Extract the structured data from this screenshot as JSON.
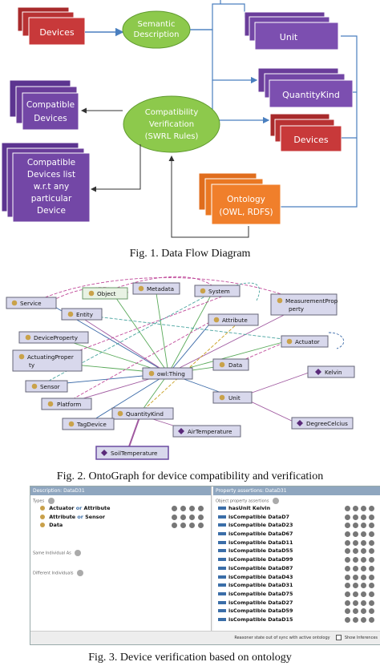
{
  "fig1": {
    "devices_left": "Devices",
    "semantic": [
      "Semantic",
      "Description"
    ],
    "unit": "Unit",
    "quantitykind": "QuantityKind",
    "devices_right": "Devices",
    "compatible_devices": [
      "Compatible",
      "Devices"
    ],
    "compat_verification": [
      "Compatibility",
      "Verification",
      "(SWRL Rules)"
    ],
    "compat_list": [
      "Compatible",
      "Devices list",
      "w.r.t any",
      "particular",
      "Device"
    ],
    "ontology": [
      "Ontology",
      "(OWL, RDFS)"
    ],
    "colors": {
      "red": "#c8393a",
      "purple": "#6a3d9a",
      "green": "#8dc94c",
      "orange": "#f07f2b",
      "arrow": "#4a7fbf"
    }
  },
  "caption1": "Fig. 1. Data Flow Diagram",
  "fig2": {
    "nodes": {
      "service": "Service",
      "object": "Object",
      "metadata": "Metadata",
      "system": "System",
      "measurement": [
        "MeasurementProp",
        "perty"
      ],
      "entity": "Entity",
      "attribute": "Attribute",
      "deviceproperty": "DeviceProperty",
      "actuator": "Actuator",
      "actuatingproperty": [
        "ActuatingProper",
        "ty"
      ],
      "data": "Data",
      "kelvin": "Kelvin",
      "owlthing": "owl:Thing",
      "sensor": "Sensor",
      "unit": "Unit",
      "platform": "Platform",
      "quantitykind": "QuantityKind",
      "degreecelcius": "DegreeCelcius",
      "tagdevice": "TagDevice",
      "airtemperature": "AirTemperature",
      "soiltemperature": "SoilTemperature"
    }
  },
  "caption2": "Fig. 2. OntoGraph for device compatibility and verification",
  "fig3": {
    "left_title": "Description: DataD31",
    "types_label": "Types",
    "types": [
      {
        "a": "Actuator",
        "op": "or",
        "b": "Attribute"
      },
      {
        "a": "Attribute",
        "op": "or",
        "b": "Sensor"
      },
      {
        "a": "Data",
        "op": "",
        "b": ""
      }
    ],
    "same_label": "Same Individual As",
    "different_label": "Different Individuals",
    "right_title": "Property assertions: DataD31",
    "prop_label": "Object property assertions",
    "assertions": [
      {
        "p": "hasUnit",
        "v": "Kelvin"
      },
      {
        "p": "isCompatible",
        "v": "DataD7"
      },
      {
        "p": "isCompatible",
        "v": "DataD23"
      },
      {
        "p": "isCompatible",
        "v": "DataD67"
      },
      {
        "p": "isCompatible",
        "v": "DataD11"
      },
      {
        "p": "isCompatible",
        "v": "DataD55"
      },
      {
        "p": "isCompatible",
        "v": "DataD99"
      },
      {
        "p": "isCompatible",
        "v": "DataD87"
      },
      {
        "p": "isCompatible",
        "v": "DataD43"
      },
      {
        "p": "isCompatible",
        "v": "DataD31"
      },
      {
        "p": "isCompatible",
        "v": "DataD75"
      },
      {
        "p": "isCompatible",
        "v": "DataD27"
      },
      {
        "p": "isCompatible",
        "v": "DataD59"
      },
      {
        "p": "isCompatible",
        "v": "DataD15"
      }
    ],
    "status_text": "Reasoner state out of sync with active ontology",
    "show_inferences": "Show Inferences"
  },
  "caption3": "Fig. 3. Device verification based on ontology"
}
